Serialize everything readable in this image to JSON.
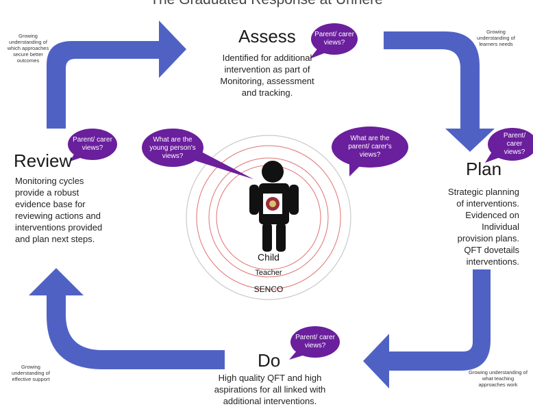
{
  "title": "The Graduated Response at Unnere",
  "assess": {
    "heading": "Assess",
    "description": "Identified for additional intervention as part of Monitoring, assessment and tracking."
  },
  "plan": {
    "heading": "Plan",
    "description": "Strategic planning of interventions. Evidenced on Individual provision plans. QFT dovetails interventions."
  },
  "do": {
    "heading": "Do",
    "description": "High quality QFT and high aspirations for all linked with additional interventions."
  },
  "review": {
    "heading": "Review",
    "description": "Monitoring cycles provide a robust evidence base for reviewing actions and interventions provided and plan next steps."
  },
  "notes": {
    "top_left": "Growing understanding of which approaches secure better outcomes",
    "top_right": "Growing understanding of learners needs",
    "bottom_right": "Growing understanding of what teaching approaches work",
    "bottom_left": "Growing understanding of effective support"
  },
  "bubbles": {
    "parent_views": "Parent/ carer views?",
    "young_person": "What are the young person's views?",
    "parent_carer": "What are the parent/ carer's views?"
  },
  "center": {
    "child": "Child",
    "teacher": "Teacher",
    "senco": "SENCO"
  },
  "colors": {
    "arrow": "#4f62c4",
    "bubble": "#6a1f9c",
    "ring": "#e07070"
  }
}
